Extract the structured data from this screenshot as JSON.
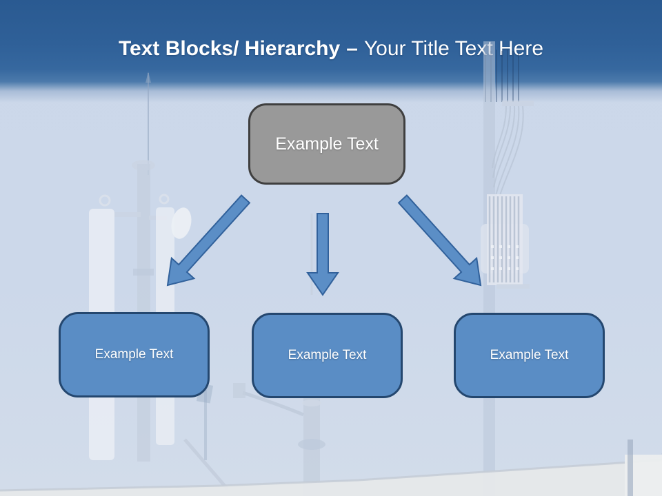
{
  "header": {
    "title_bold": "Text Blocks/ Hierarchy",
    "title_separator": "–",
    "title_regular": "Your Title Text Here"
  },
  "diagram": {
    "root_node": {
      "label": "Example Text"
    },
    "child_nodes": [
      {
        "label": "Example Text"
      },
      {
        "label": "Example Text"
      },
      {
        "label": "Example Text"
      }
    ]
  },
  "colors": {
    "header_blue": "#2f6098",
    "header_blue_dark": "#2a5a91",
    "slide_bg": "#ccd8ea",
    "root_fill": "#999999",
    "root_border": "#3f3f3f",
    "node_fill": "#5a8dc5",
    "node_border": "#24476f",
    "arrow_fill": "#5b8ec6",
    "arrow_stroke": "#31619b",
    "text_white": "#ffffff"
  }
}
